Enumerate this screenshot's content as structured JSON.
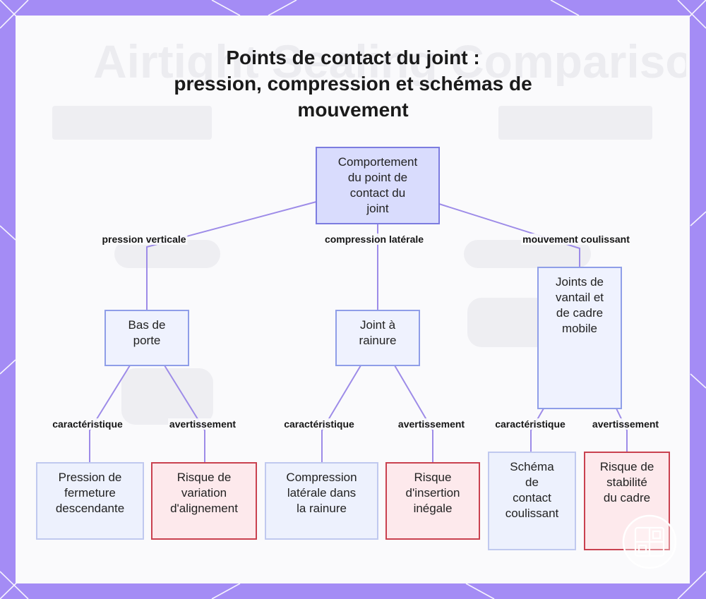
{
  "background_heading": "Airtight Sealing Comparison",
  "title_lines": [
    "Points de contact du joint :",
    "pression, compression et schémas de",
    "mouvement"
  ],
  "nodes": {
    "root": [
      "Comportement",
      "du point de",
      "contact du",
      "joint"
    ],
    "door_bottom": [
      "Bas de",
      "porte"
    ],
    "groove_seal": [
      "Joint à",
      "rainure"
    ],
    "sash_frame": [
      "Joints de",
      "vantail et",
      "de cadre",
      "mobile"
    ],
    "door_char": [
      "Pression de",
      "fermeture",
      "descendante"
    ],
    "door_warn": [
      "Risque de",
      "variation",
      "d'alignement"
    ],
    "groove_char": [
      "Compression",
      "latérale dans",
      "la rainure"
    ],
    "groove_warn": [
      "Risque",
      "d'insertion",
      "inégale"
    ],
    "sash_char": [
      "Schéma",
      "de",
      "contact",
      "coulissant"
    ],
    "sash_warn": [
      "Risque de",
      "stabilité",
      "du cadre"
    ]
  },
  "edge_labels": {
    "vertical": "pression verticale",
    "lateral": "compression latérale",
    "sliding": "mouvement coulissant",
    "door_char": "caractéristique",
    "door_warn": "avertissement",
    "groove_char": "caractéristique",
    "groove_warn": "avertissement",
    "sash_char": "caractéristique",
    "sash_warn": "avertissement"
  },
  "colors": {
    "frame": "#a48cf5",
    "edge": "#9d8be8",
    "root_fill": "#d9dcfd",
    "warning_border": "#c9414f",
    "warning_fill": "#fde9ec"
  },
  "icons": [
    "layout-watermark-icon"
  ]
}
